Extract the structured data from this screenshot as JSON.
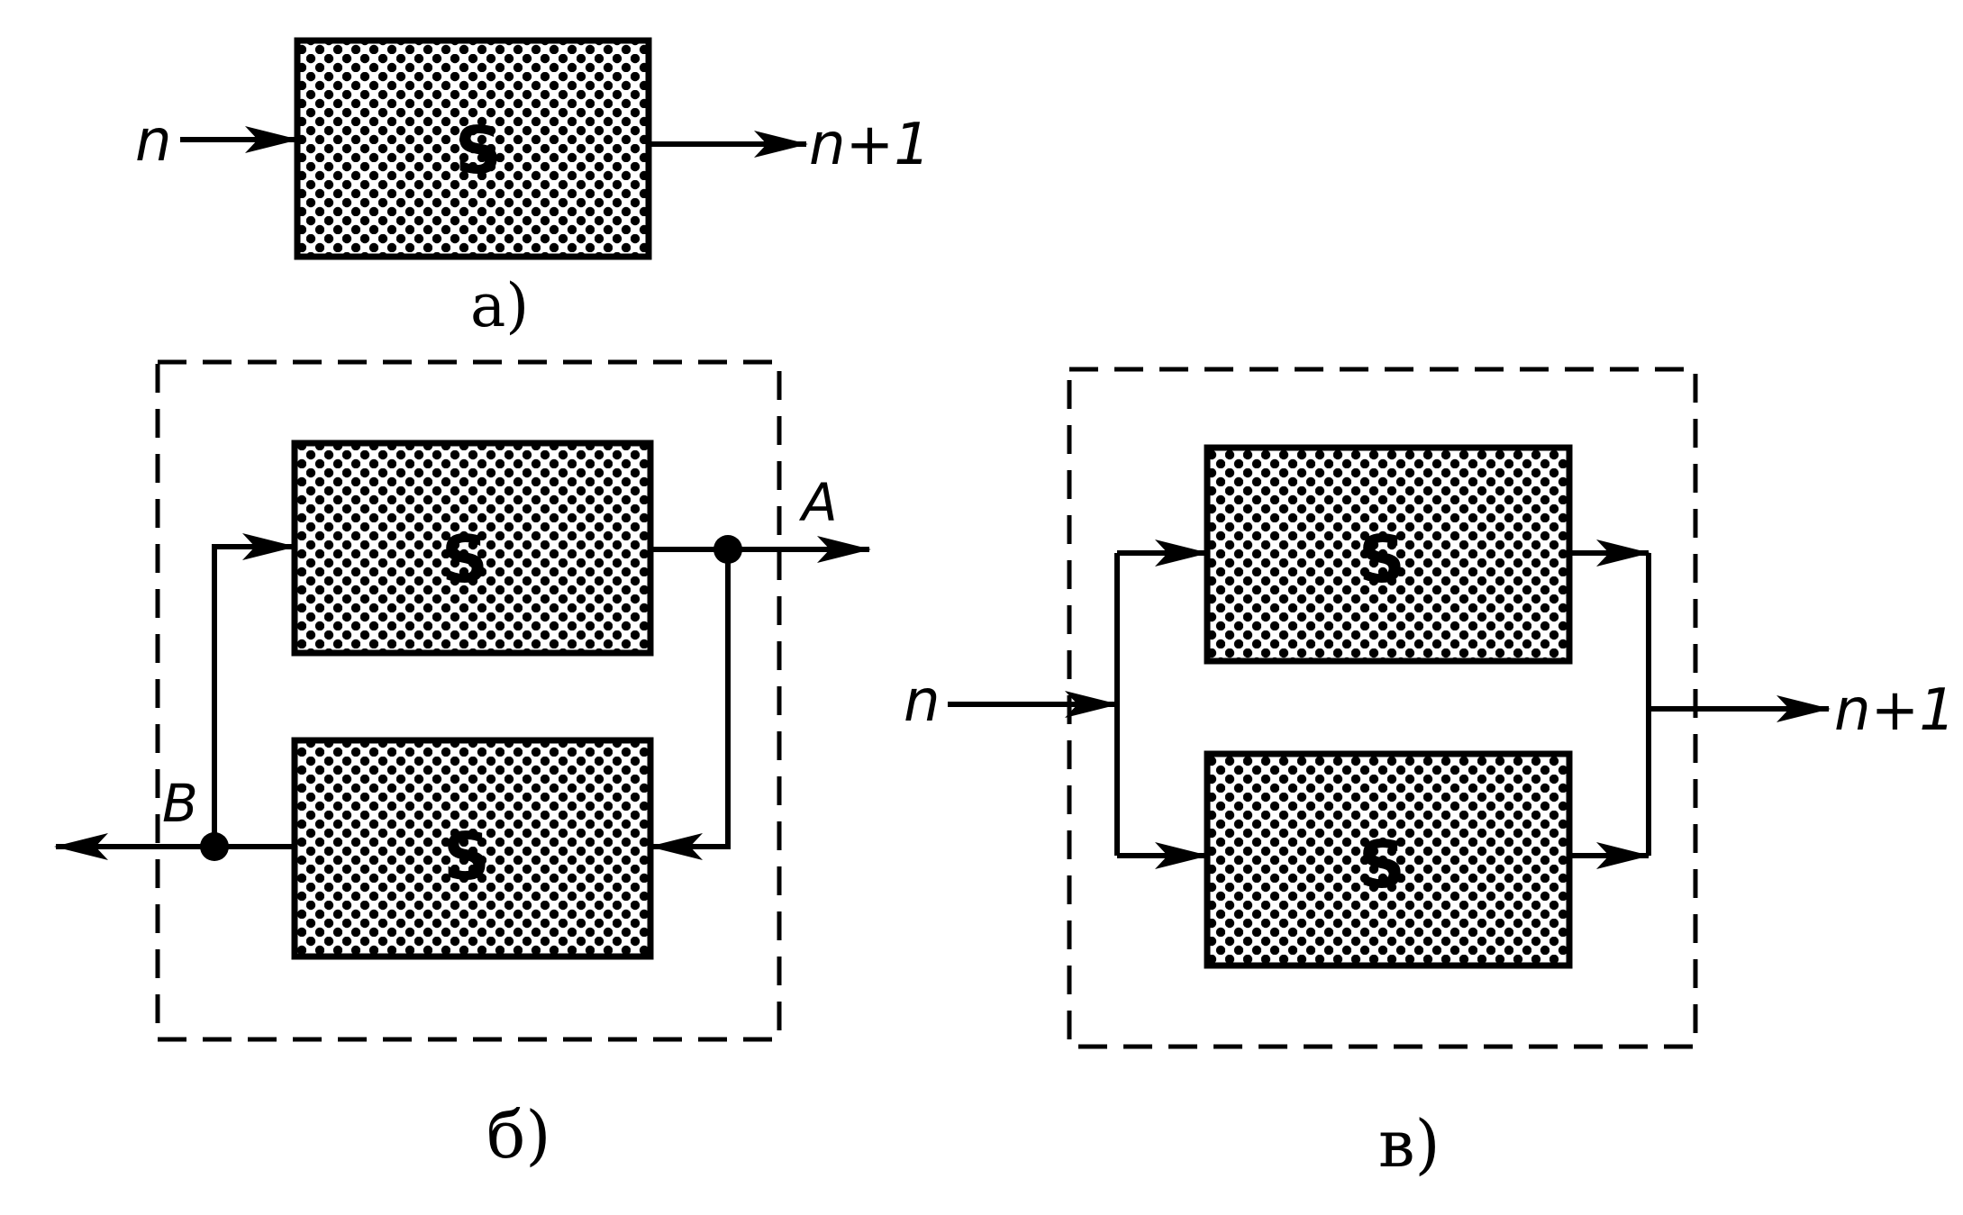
{
  "panel_a": {
    "caption": "а)",
    "input_label": "n",
    "output_label": "n+1",
    "block_label": "S"
  },
  "panel_b": {
    "caption": "б)",
    "top_block_label": "S",
    "bottom_block_label": "S",
    "output_a_label": "A",
    "output_b_label": "B"
  },
  "panel_v": {
    "caption": "в)",
    "input_label": "n",
    "output_label": "n+1",
    "top_block_label": "S",
    "bottom_block_label": "S"
  }
}
